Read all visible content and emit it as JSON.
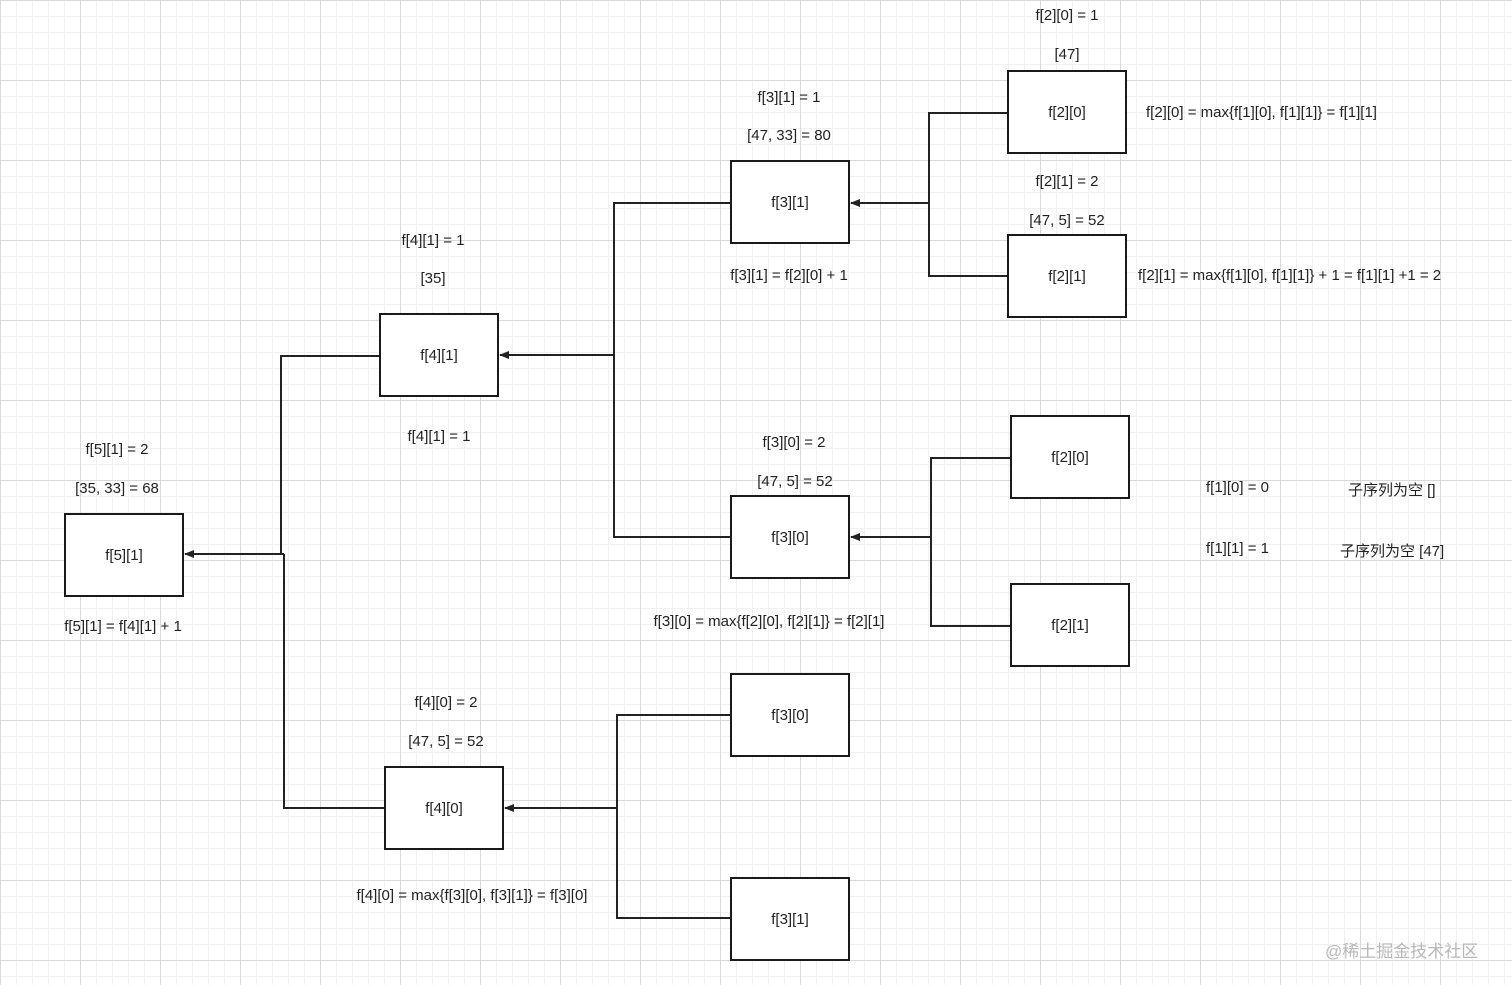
{
  "nodes": {
    "f51": "f[5][1]",
    "f41": "f[4][1]",
    "f40": "f[4][0]",
    "f31_top": "f[3][1]",
    "f30_mid": "f[3][0]",
    "f30_bot": "f[3][0]",
    "f31_bot": "f[3][1]",
    "f20_a": "f[2][0]",
    "f21_a": "f[2][1]",
    "f20_b": "f[2][0]",
    "f21_b": "f[2][1]"
  },
  "labels": {
    "f20_value": "f[2][0] = 1",
    "f20_seq": "[47]",
    "f20_formula": "f[2][0] = max{f[1][0], f[1][1]} = f[1][1]",
    "f31_value": "f[3][1] = 1",
    "f31_seq": "[47, 33] = 80",
    "f21_value": "f[2][1] = 2",
    "f21_seq": "[47, 5] = 52",
    "f21_formula": "f[2][1] = max{f[1][0], f[1][1]} + 1 = f[1][1] +1 = 2",
    "f31_formula": "f[3][1] = f[2][0] + 1",
    "f41_value": "f[4][1] = 1",
    "f41_seq": "[35]",
    "f41_below": "f[4][1] = 1",
    "f30_value": "f[3][0] = 2",
    "f30_seq": "[47, 5] = 52",
    "f30_formula": "f[3][0] = max{f[2][0], f[2][1]} = f[2][1]",
    "f51_value": "f[5][1] = 2",
    "f51_seq": "[35, 33] = 68",
    "f51_formula": "f[5][1] = f[4][1] + 1",
    "f40_value": "f[4][0] = 2",
    "f40_seq": "[47, 5] = 52",
    "f40_formula": "f[4][0] = max{f[3][0], f[3][1]} = f[3][0]",
    "base_f10": "f[1][0] = 0",
    "base_f10_note": "子序列为空 []",
    "base_f11": "f[1][1] = 1",
    "base_f11_note": "子序列为空 [47]"
  },
  "watermark": "@稀土掘金技术社区"
}
